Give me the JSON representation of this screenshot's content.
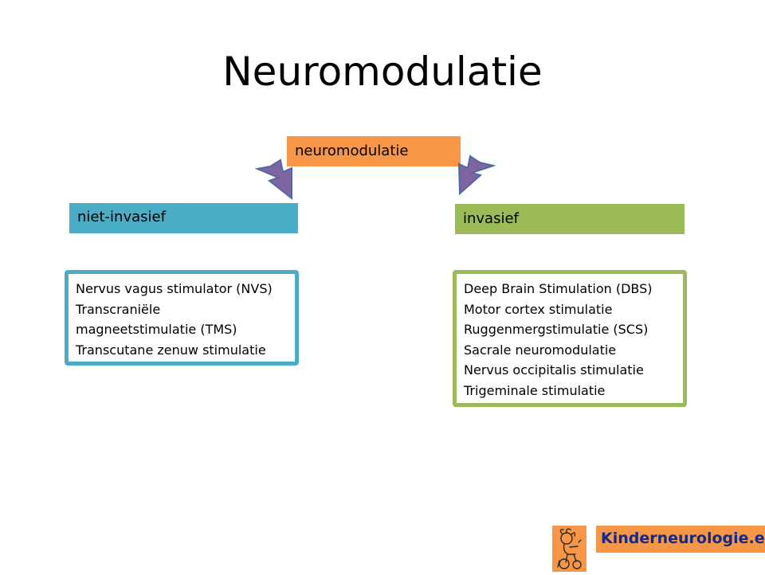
{
  "title": "Neuromodulatie",
  "root": {
    "label": "neuromodulatie"
  },
  "branches": [
    {
      "label": "niet-invasief",
      "items": [
        "Nervus vagus stimulator (NVS)",
        "Transcraniële",
        "magneetstimulatie (TMS)",
        "Transcutane zenuw stimulatie"
      ]
    },
    {
      "label": "invasief",
      "items": [
        "Deep Brain Stimulation (DBS)",
        "Motor cortex stimulatie",
        "Ruggenmergstimulatie (SCS)",
        "Sacrale neuromodulatie",
        "Nervus occipitalis stimulatie",
        "Trigeminale stimulatie"
      ]
    }
  ],
  "brand": {
    "text": "Kinderneurologie.eu"
  },
  "colors": {
    "root": "#f79646",
    "left": "#4bacc6",
    "right": "#9bbb59",
    "arrow": "#8064a2",
    "brand_text": "#0e2a8c"
  },
  "icons": [
    "arrow-down-left-icon",
    "arrow-down-right-icon",
    "kinderneurologie-logo-icon"
  ]
}
